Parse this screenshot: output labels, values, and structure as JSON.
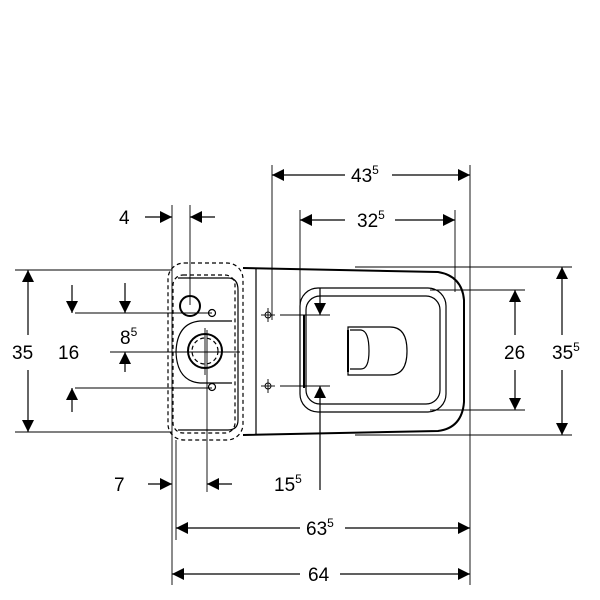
{
  "drawing": {
    "title": "Toilet plan view dimensions",
    "dimensions": {
      "overall_top": {
        "main": "43",
        "sup": "5"
      },
      "seat_top": {
        "main": "32",
        "sup": "5"
      },
      "tank_offset_top": {
        "main": "4"
      },
      "tank_depth_left": {
        "main": "35"
      },
      "hole_spacing_left": {
        "main": "16"
      },
      "hole_offset_left": {
        "main": "8",
        "sup": "5"
      },
      "fixing_spacing_right": {
        "main": "26"
      },
      "body_width_right": {
        "main": "35",
        "sup": "5"
      },
      "tank_offset_bottom": {
        "main": "7"
      },
      "fixing_offset_bottom": {
        "main": "15",
        "sup": "5"
      },
      "length_inner": {
        "main": "63",
        "sup": "5"
      },
      "length_overall": {
        "main": "64"
      }
    }
  }
}
